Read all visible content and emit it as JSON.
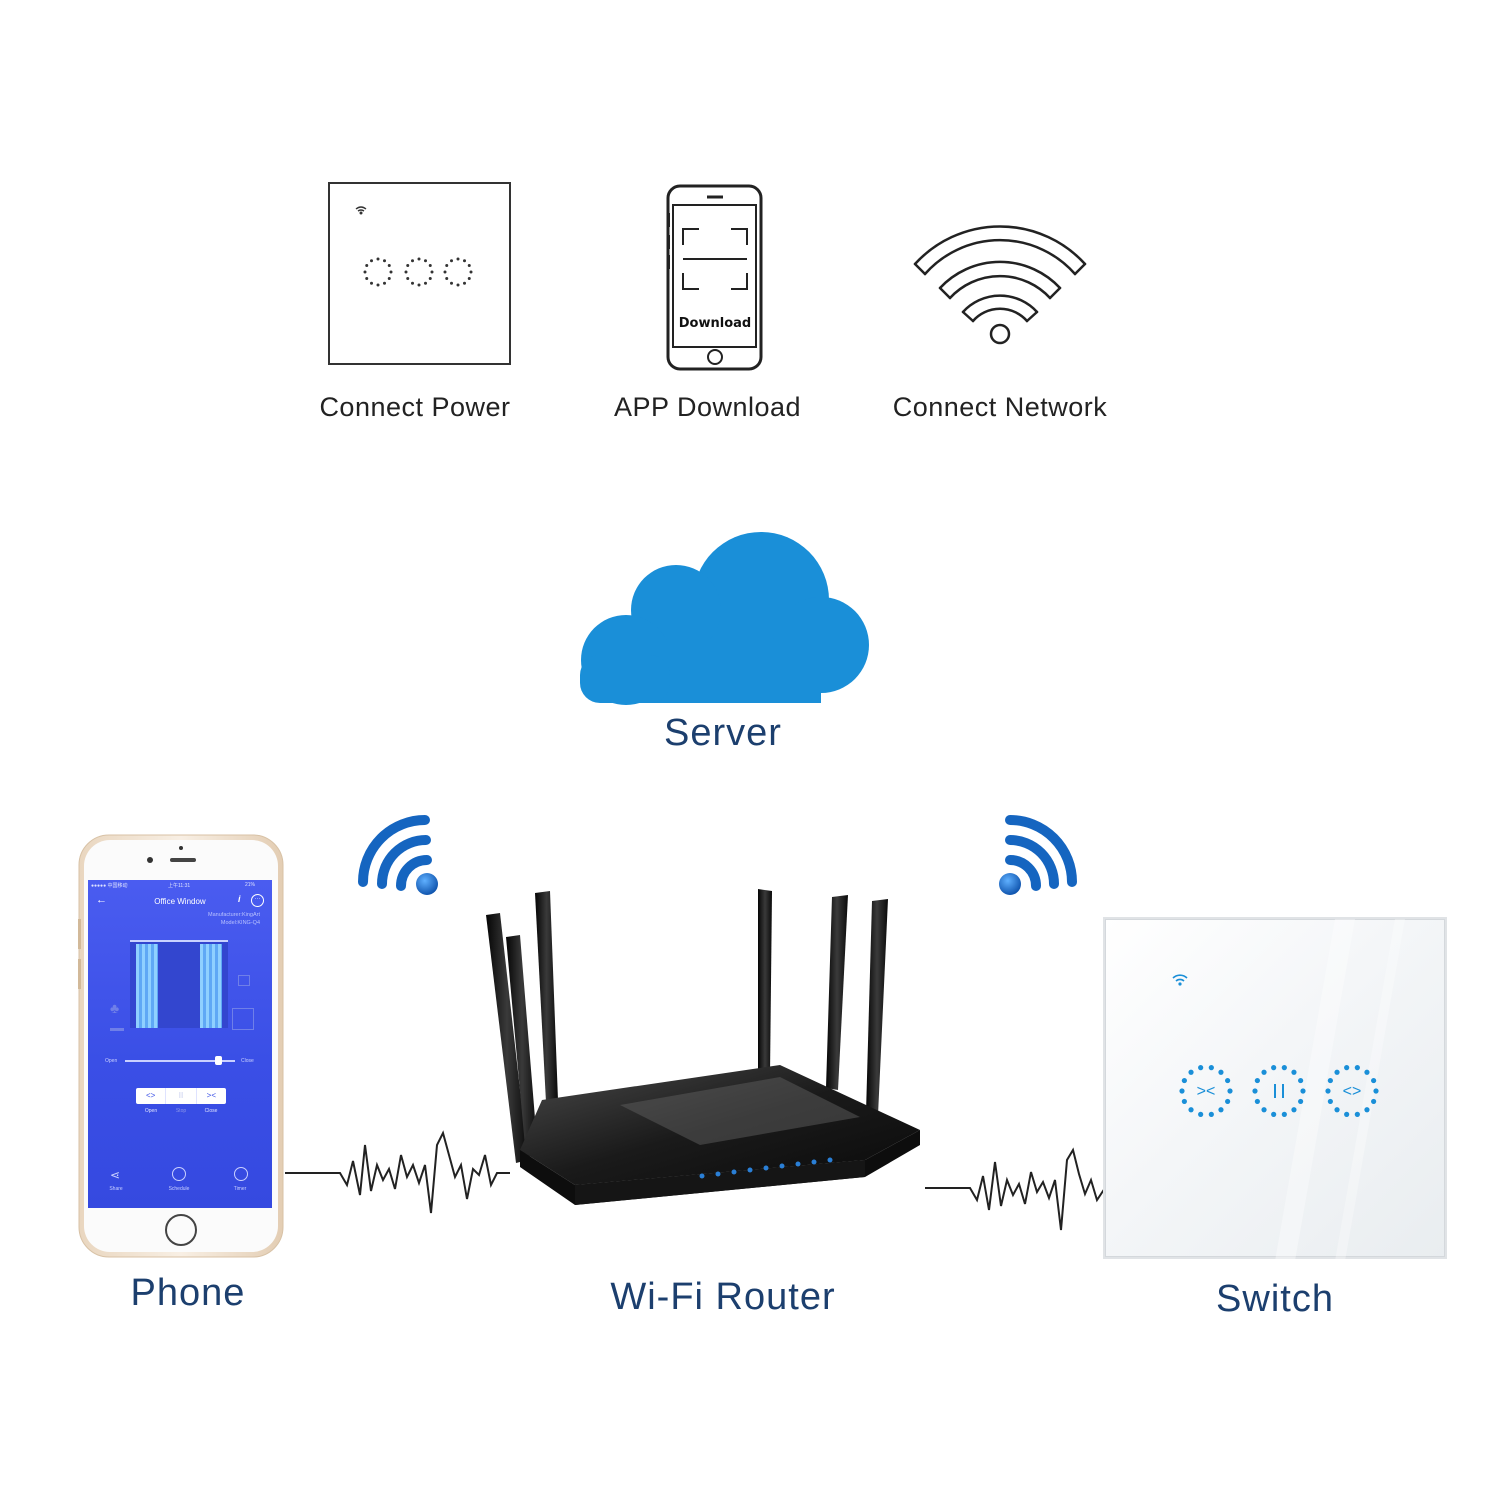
{
  "steps": [
    {
      "label": "Connect Power",
      "icon": "switch-outline-icon"
    },
    {
      "label": "APP Download",
      "icon": "phone-outline-icon",
      "screen_text": "Download"
    },
    {
      "label": "Connect Network",
      "icon": "wifi-outline-icon"
    }
  ],
  "server": {
    "label": "Server",
    "icon": "cloud-icon",
    "color": "#1a8fd8"
  },
  "devices": {
    "phone": {
      "label": "Phone",
      "app": {
        "title": "Office Window",
        "manufacturer": "Manufacturer:KingArt",
        "model": "Model:KING-Q4",
        "status_left": "●●●●● 中国移动",
        "status_time": "上午11:31",
        "status_right": "21%",
        "slider_open": "Open",
        "slider_close": "Close",
        "controls": [
          "Open",
          "Stop",
          "Close"
        ],
        "nav": [
          "Share",
          "Schedule",
          "Timer"
        ],
        "screen_color": "#3a50e6"
      }
    },
    "router": {
      "label": "Wi-Fi Router"
    },
    "switch": {
      "label": "Switch",
      "accent": "#1a8fd8"
    }
  },
  "colors": {
    "label_blue": "#1c3f6e",
    "wifi_blue": "#1565c0"
  }
}
